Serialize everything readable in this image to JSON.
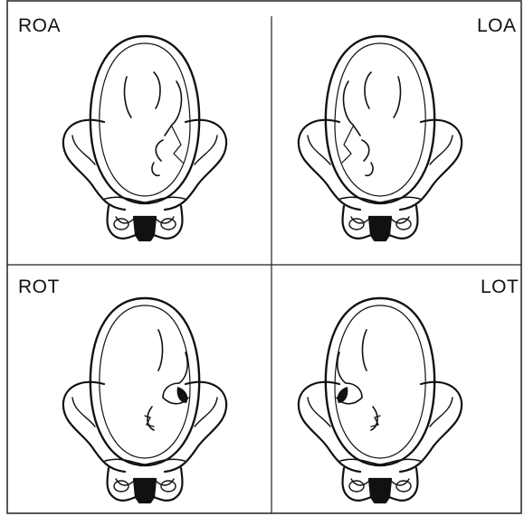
{
  "figure": {
    "panels": [
      {
        "id": "roa",
        "label": "ROA",
        "side": "right",
        "rotation": "anterior"
      },
      {
        "id": "loa",
        "label": "LOA",
        "side": "left",
        "rotation": "anterior"
      },
      {
        "id": "rot",
        "label": "ROT",
        "side": "right",
        "rotation": "transverse"
      },
      {
        "id": "lot",
        "label": "LOT",
        "side": "left",
        "rotation": "transverse"
      }
    ]
  }
}
